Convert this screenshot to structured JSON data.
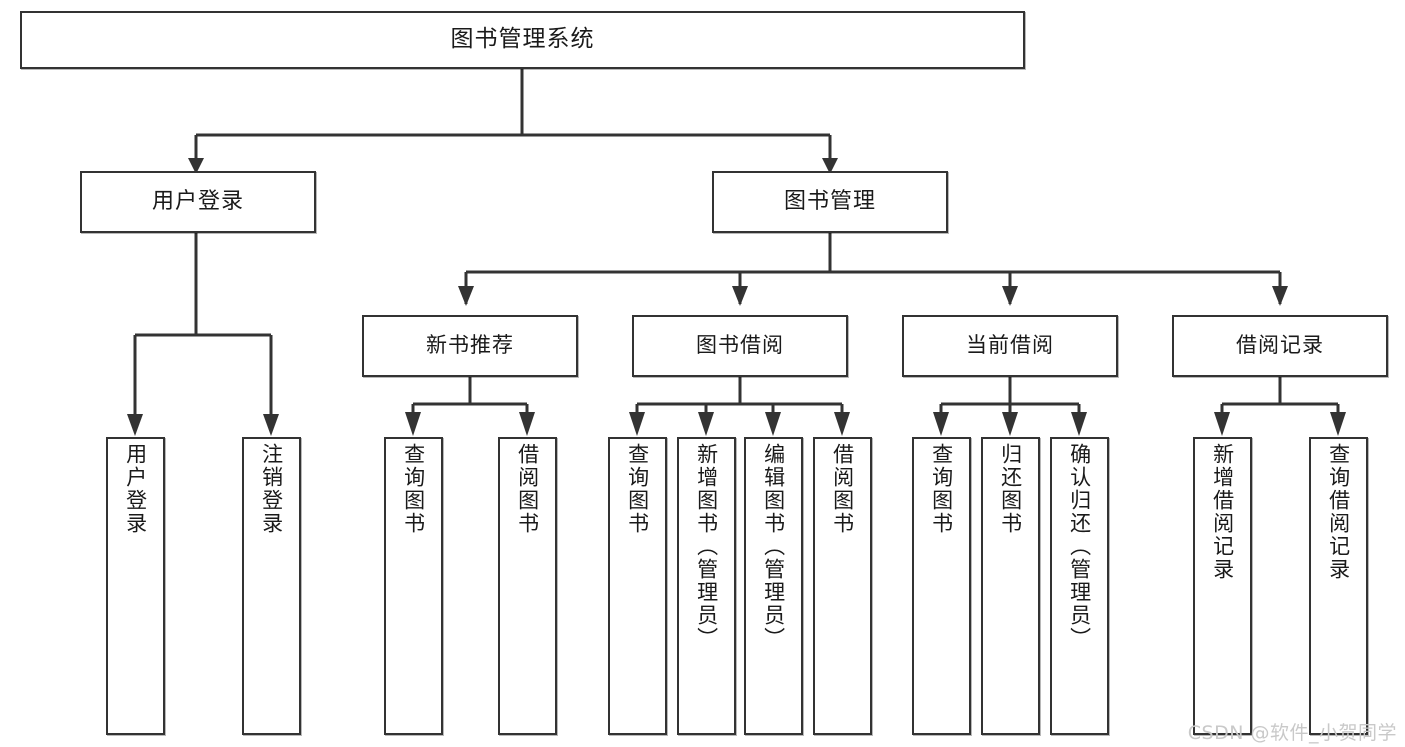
{
  "diagram": {
    "type": "hierarchy-tree",
    "title": "图书管理系统",
    "line_color": "#333333",
    "box_fill": "#ffffff",
    "box_border": "#333333",
    "text_color": "#1a1a1a"
  },
  "root": {
    "label": "图书管理系统"
  },
  "level2": [
    {
      "label": "用户登录"
    },
    {
      "label": "图书管理"
    }
  ],
  "level3": [
    {
      "label": "新书推荐"
    },
    {
      "label": "图书借阅"
    },
    {
      "label": "当前借阅"
    },
    {
      "label": "借阅记录"
    }
  ],
  "leaves": {
    "user_login": [
      {
        "label": "用户登录"
      },
      {
        "label": "注销登录"
      }
    ],
    "new_book_recommend": [
      {
        "label": "查询图书"
      },
      {
        "label": "借阅图书"
      }
    ],
    "book_borrow": [
      {
        "label": "查询图书"
      },
      {
        "label": "新增图书（管理员）"
      },
      {
        "label": "编辑图书（管理员）"
      },
      {
        "label": "借阅图书"
      }
    ],
    "current_borrow": [
      {
        "label": "查询图书"
      },
      {
        "label": "归还图书"
      },
      {
        "label": "确认归还（管理员）"
      }
    ],
    "borrow_record": [
      {
        "label": "新增借阅记录"
      },
      {
        "label": "查询借阅记录"
      }
    ]
  },
  "watermark": {
    "text": "CSDN @软件_小贺同学"
  }
}
